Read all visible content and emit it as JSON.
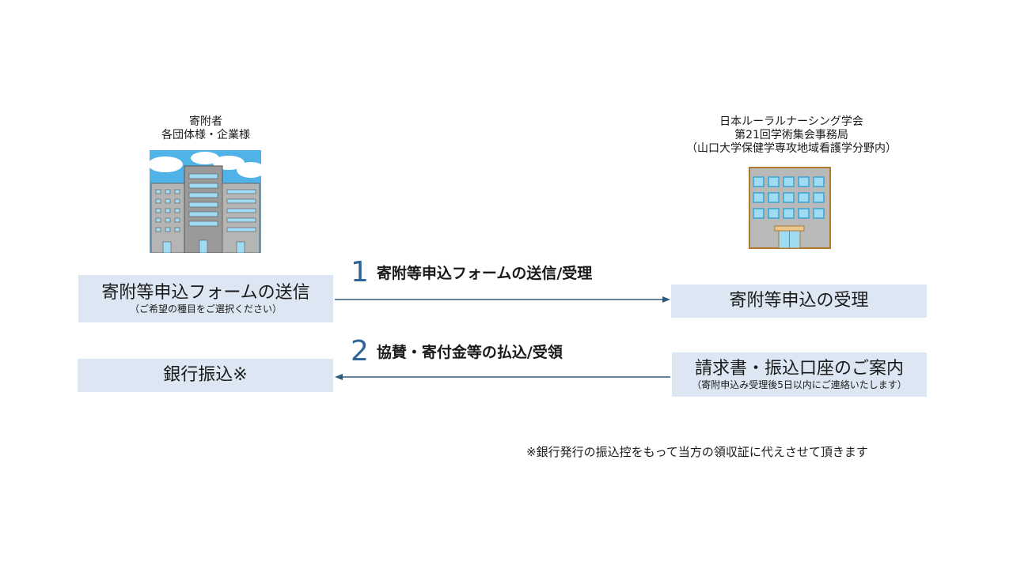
{
  "donor": {
    "title": "寄附者",
    "subtitle": "各団体様・企業様",
    "icon": "office-buildings-icon"
  },
  "office": {
    "line1": "日本ルーラルナーシング学会",
    "line2": "第21回学術集会事務局",
    "line3": "（山口大学保健学専攻地域看護学分野内）",
    "icon": "office-building-icon"
  },
  "steps": [
    {
      "number": "1",
      "label": "寄附等申込フォームの送信/受理"
    },
    {
      "number": "2",
      "label": "協賛・寄付金等の払込/受領"
    }
  ],
  "boxes": {
    "form_send": {
      "main": "寄附等申込フォームの送信",
      "sub": "（ご希望の種目をご選択ください）"
    },
    "receipt": {
      "main": "寄附等申込の受理"
    },
    "bank_transfer": {
      "main": "銀行振込※"
    },
    "invoice": {
      "main": "請求書・振込口座のご案内",
      "sub": "（寄附申込み受理後5日以内にご連絡いたします）"
    }
  },
  "note": "※銀行発行の振込控をもって当方の領収証に代えさせて頂きます",
  "colors": {
    "box": "#dce7f3",
    "arrow": "#2e5a7e",
    "number": "#2e6496"
  }
}
